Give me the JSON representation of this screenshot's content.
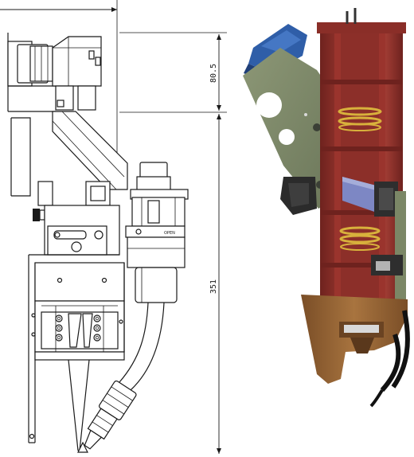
{
  "drawing": {
    "dimension_upper": "80.5",
    "dimension_total": "351",
    "port_label": "OPEN"
  },
  "colors": {
    "body_red": "#a23a32",
    "body_red_dark": "#7e2924",
    "plate_green": "#7b8766",
    "nozzle_brown": "#9c6b3c",
    "cap_blue": "#2f5ea8",
    "lens_yellow": "#d8b13c",
    "mirror_blue": "#7d87c4"
  },
  "icons": [
    "engineering-drawing",
    "cutaway-render"
  ]
}
